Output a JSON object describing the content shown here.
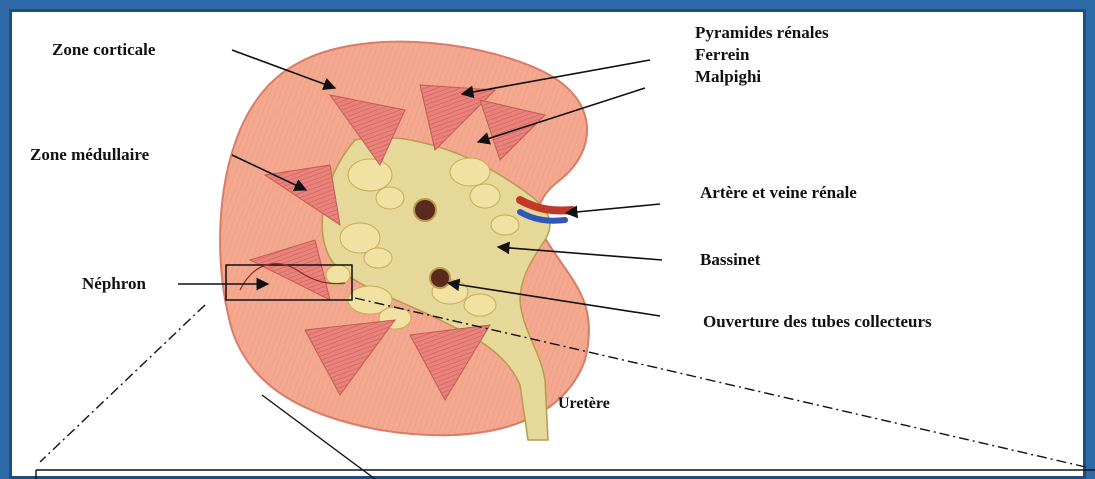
{
  "labels": {
    "zone_corticale": "Zone corticale",
    "pyramides": "Pyramides rénales",
    "ferrein": "Ferrein",
    "malpighi": "Malpighi",
    "zone_medullaire": "Zone médullaire",
    "artere_veine": "Artère et veine rénale",
    "bassinet": "Bassinet",
    "nephron": "Néphron",
    "ouverture": "Ouverture des tubes collecteurs",
    "uretere": "Uretère"
  },
  "colors": {
    "frame": "#2f6aa8",
    "cortex": "#f2a58d",
    "pyramid": "#e8827a",
    "pelvis": "#e9dca0",
    "fat": "#efe3a6",
    "artery": "#c0392b",
    "vein": "#2d57b8"
  }
}
